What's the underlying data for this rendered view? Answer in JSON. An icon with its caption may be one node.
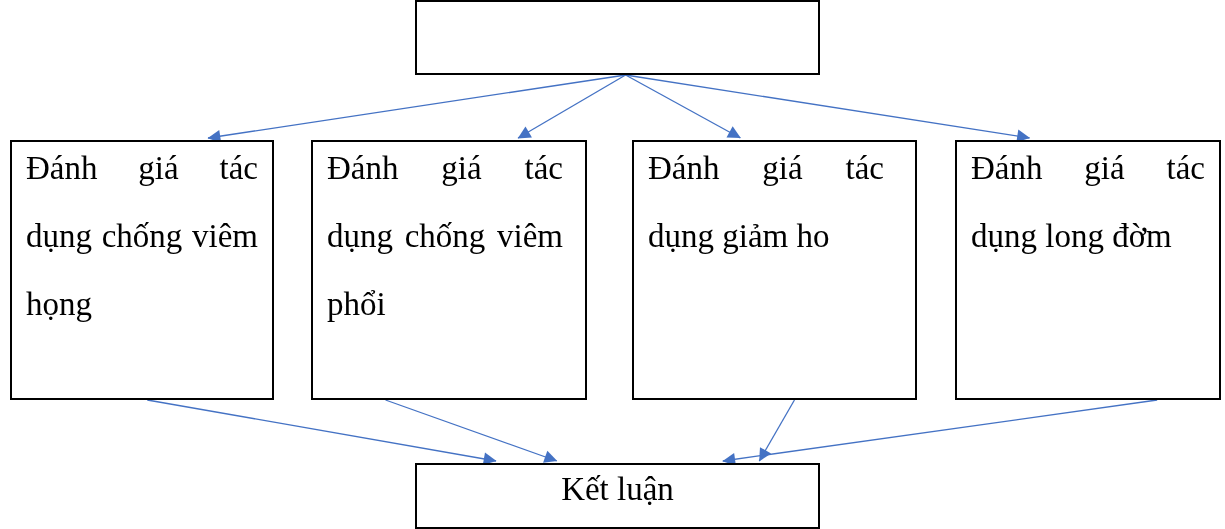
{
  "diagram": {
    "nodes": [
      {
        "text": [],
        "shape": "box"
      },
      {
        "text": [
          "Đánh giá tác dụng chống viêm họng"
        ]
      },
      {
        "text": [
          "Đánh giá tác dụng chống viêm phổi"
        ]
      },
      {
        "text": [
          "Đánh giá tác dụng giảm ho"
        ]
      },
      {
        "text": [
          "Đánh giá tác dụng long đờm"
        ]
      },
      {
        "text": [
          "Kết luận"
        ]
      }
    ],
    "edges": [
      {
        "from": 0,
        "to": 1,
        "arrow": "to"
      },
      {
        "from": 0,
        "to": 2,
        "arrow": "to"
      },
      {
        "from": 0,
        "to": 3,
        "arrow": "to"
      },
      {
        "from": 0,
        "to": 4,
        "arrow": "to"
      },
      {
        "from": 1,
        "to": 5,
        "arrow": "to"
      },
      {
        "from": 2,
        "to": 5,
        "arrow": "to"
      },
      {
        "from": 3,
        "to": 5,
        "arrow": "to"
      },
      {
        "from": 4,
        "to": 5,
        "arrow": "to"
      }
    ]
  }
}
